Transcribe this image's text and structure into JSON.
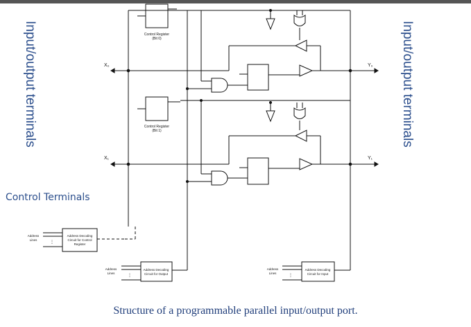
{
  "side_labels": {
    "left": "Input/output terminals",
    "right": "Input/output terminals"
  },
  "control_terminals": "Control Terminals",
  "caption": "Structure of a programmable parallel input/output port.",
  "bit0": {
    "register": [
      "Control Register",
      "(Bit 0)"
    ],
    "input": "X₀",
    "output": "Y₀"
  },
  "bit1": {
    "register": [
      "Control Register",
      "(Bit 1)"
    ],
    "input": "X₁",
    "output": "Y₁"
  },
  "address_lines": [
    "Address",
    "Lines"
  ],
  "decoders": {
    "control": [
      "Address Decoding",
      "Circuit for Control",
      "Register"
    ],
    "output": [
      "Address Decoding",
      "Circuit for Output"
    ],
    "input": [
      "Address Decoding",
      "Circuit for Input"
    ]
  },
  "colors": {
    "accent_text": "#2b4e8c",
    "caption": "#1f3d7a",
    "lines": "#111111"
  }
}
